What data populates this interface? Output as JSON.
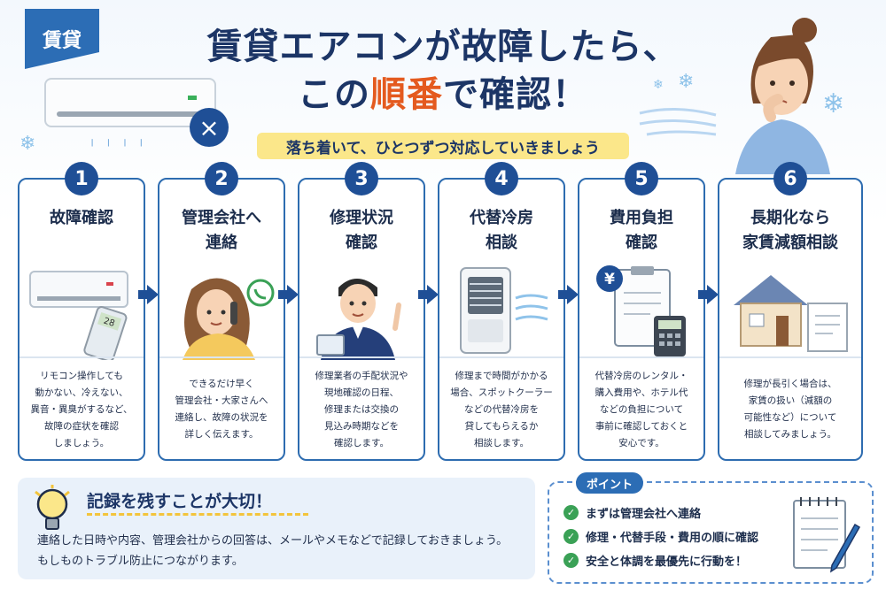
{
  "tag": "賃貸",
  "title": {
    "line1": "賃貸エアコンが故障したら、",
    "line2_pre": "この",
    "line2_highlight": "順番",
    "line2_post": "で確認！"
  },
  "subtitle": "落ち着いて、ひとつずつ対応していきましょう",
  "icons": {
    "broken": "×",
    "snow": "❄"
  },
  "steps": [
    {
      "num": "1",
      "title": "故障確認",
      "desc": "リモコン操作しても\n動かない、冷えない、\n異音・異臭がするなど、\n故障の症状を確認\nしましょう。"
    },
    {
      "num": "2",
      "title": "管理会社へ\n連絡",
      "desc": "できるだけ早く\n管理会社・大家さんへ\n連絡し、故障の状況を\n詳しく伝えます。"
    },
    {
      "num": "3",
      "title": "修理状況\n確認",
      "desc": "修理業者の手配状況や\n現地確認の日程、\n修理または交換の\n見込み時期などを\n確認します。"
    },
    {
      "num": "4",
      "title": "代替冷房\n相談",
      "desc": "修理まで時間がかかる\n場合、スポットクーラー\nなどの代替冷房を\n貸してもらえるか\n相談します。"
    },
    {
      "num": "5",
      "title": "費用負担\n確認",
      "desc": "代替冷房のレンタル・\n購入費用や、ホテル代\nなどの負担について\n事前に確認しておくと\n安心です。"
    },
    {
      "num": "6",
      "title": "長期化なら\n家賃減額相談",
      "desc": "修理が長引く場合は、\n家賃の扱い（減額の\n可能性など）について\n相談してみましょう。"
    }
  ],
  "remote_display": "28",
  "yen_symbol": "¥",
  "record": {
    "title": "記録を残すことが大切！",
    "text": "連絡した日時や内容、管理会社からの回答は、メールやメモなどで記録しておきましょう。\nもしものトラブル防止につながります。"
  },
  "point": {
    "label": "ポイント",
    "items": [
      "まずは管理会社へ連絡",
      "修理・代替手段・費用の順に確認",
      "安全と体調を最優先に行動を！"
    ]
  },
  "colors": {
    "navy": "#1f4f96",
    "accent": "#e45a1f",
    "yellow": "#fbe78a",
    "green": "#3aa156"
  }
}
